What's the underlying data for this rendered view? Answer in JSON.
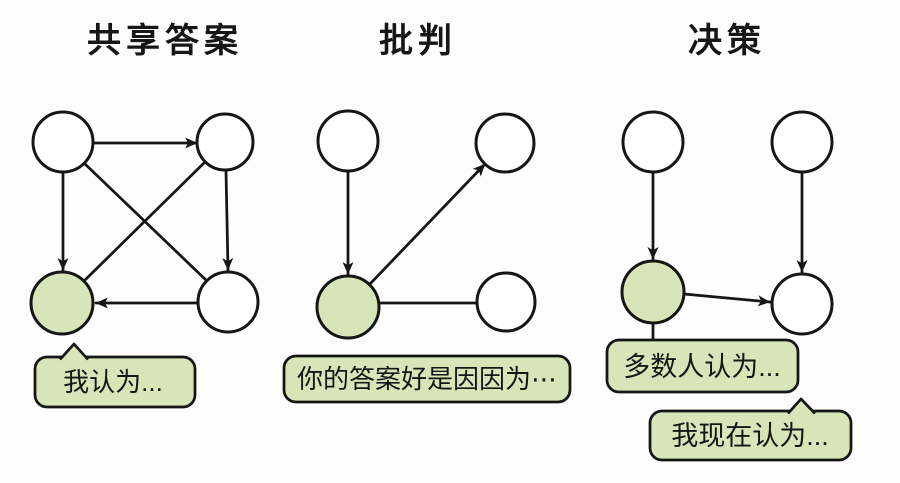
{
  "colors": {
    "background": "#fdfdfd",
    "node_fill": "#ffffff",
    "highlight_fill": "#d8e5b8",
    "stroke": "#161616",
    "text": "#161616"
  },
  "panels": [
    {
      "id": "share-answers",
      "title": "共享答案",
      "bubbles": [
        {
          "text": "我认为..."
        }
      ]
    },
    {
      "id": "critique",
      "title": "批判",
      "bubbles": [
        {
          "text": "你的答案好是因因为⋯"
        }
      ]
    },
    {
      "id": "decision",
      "title": "决策",
      "bubbles": [
        {
          "text": "多数人认为..."
        },
        {
          "text": "我现在认为..."
        }
      ]
    }
  ]
}
